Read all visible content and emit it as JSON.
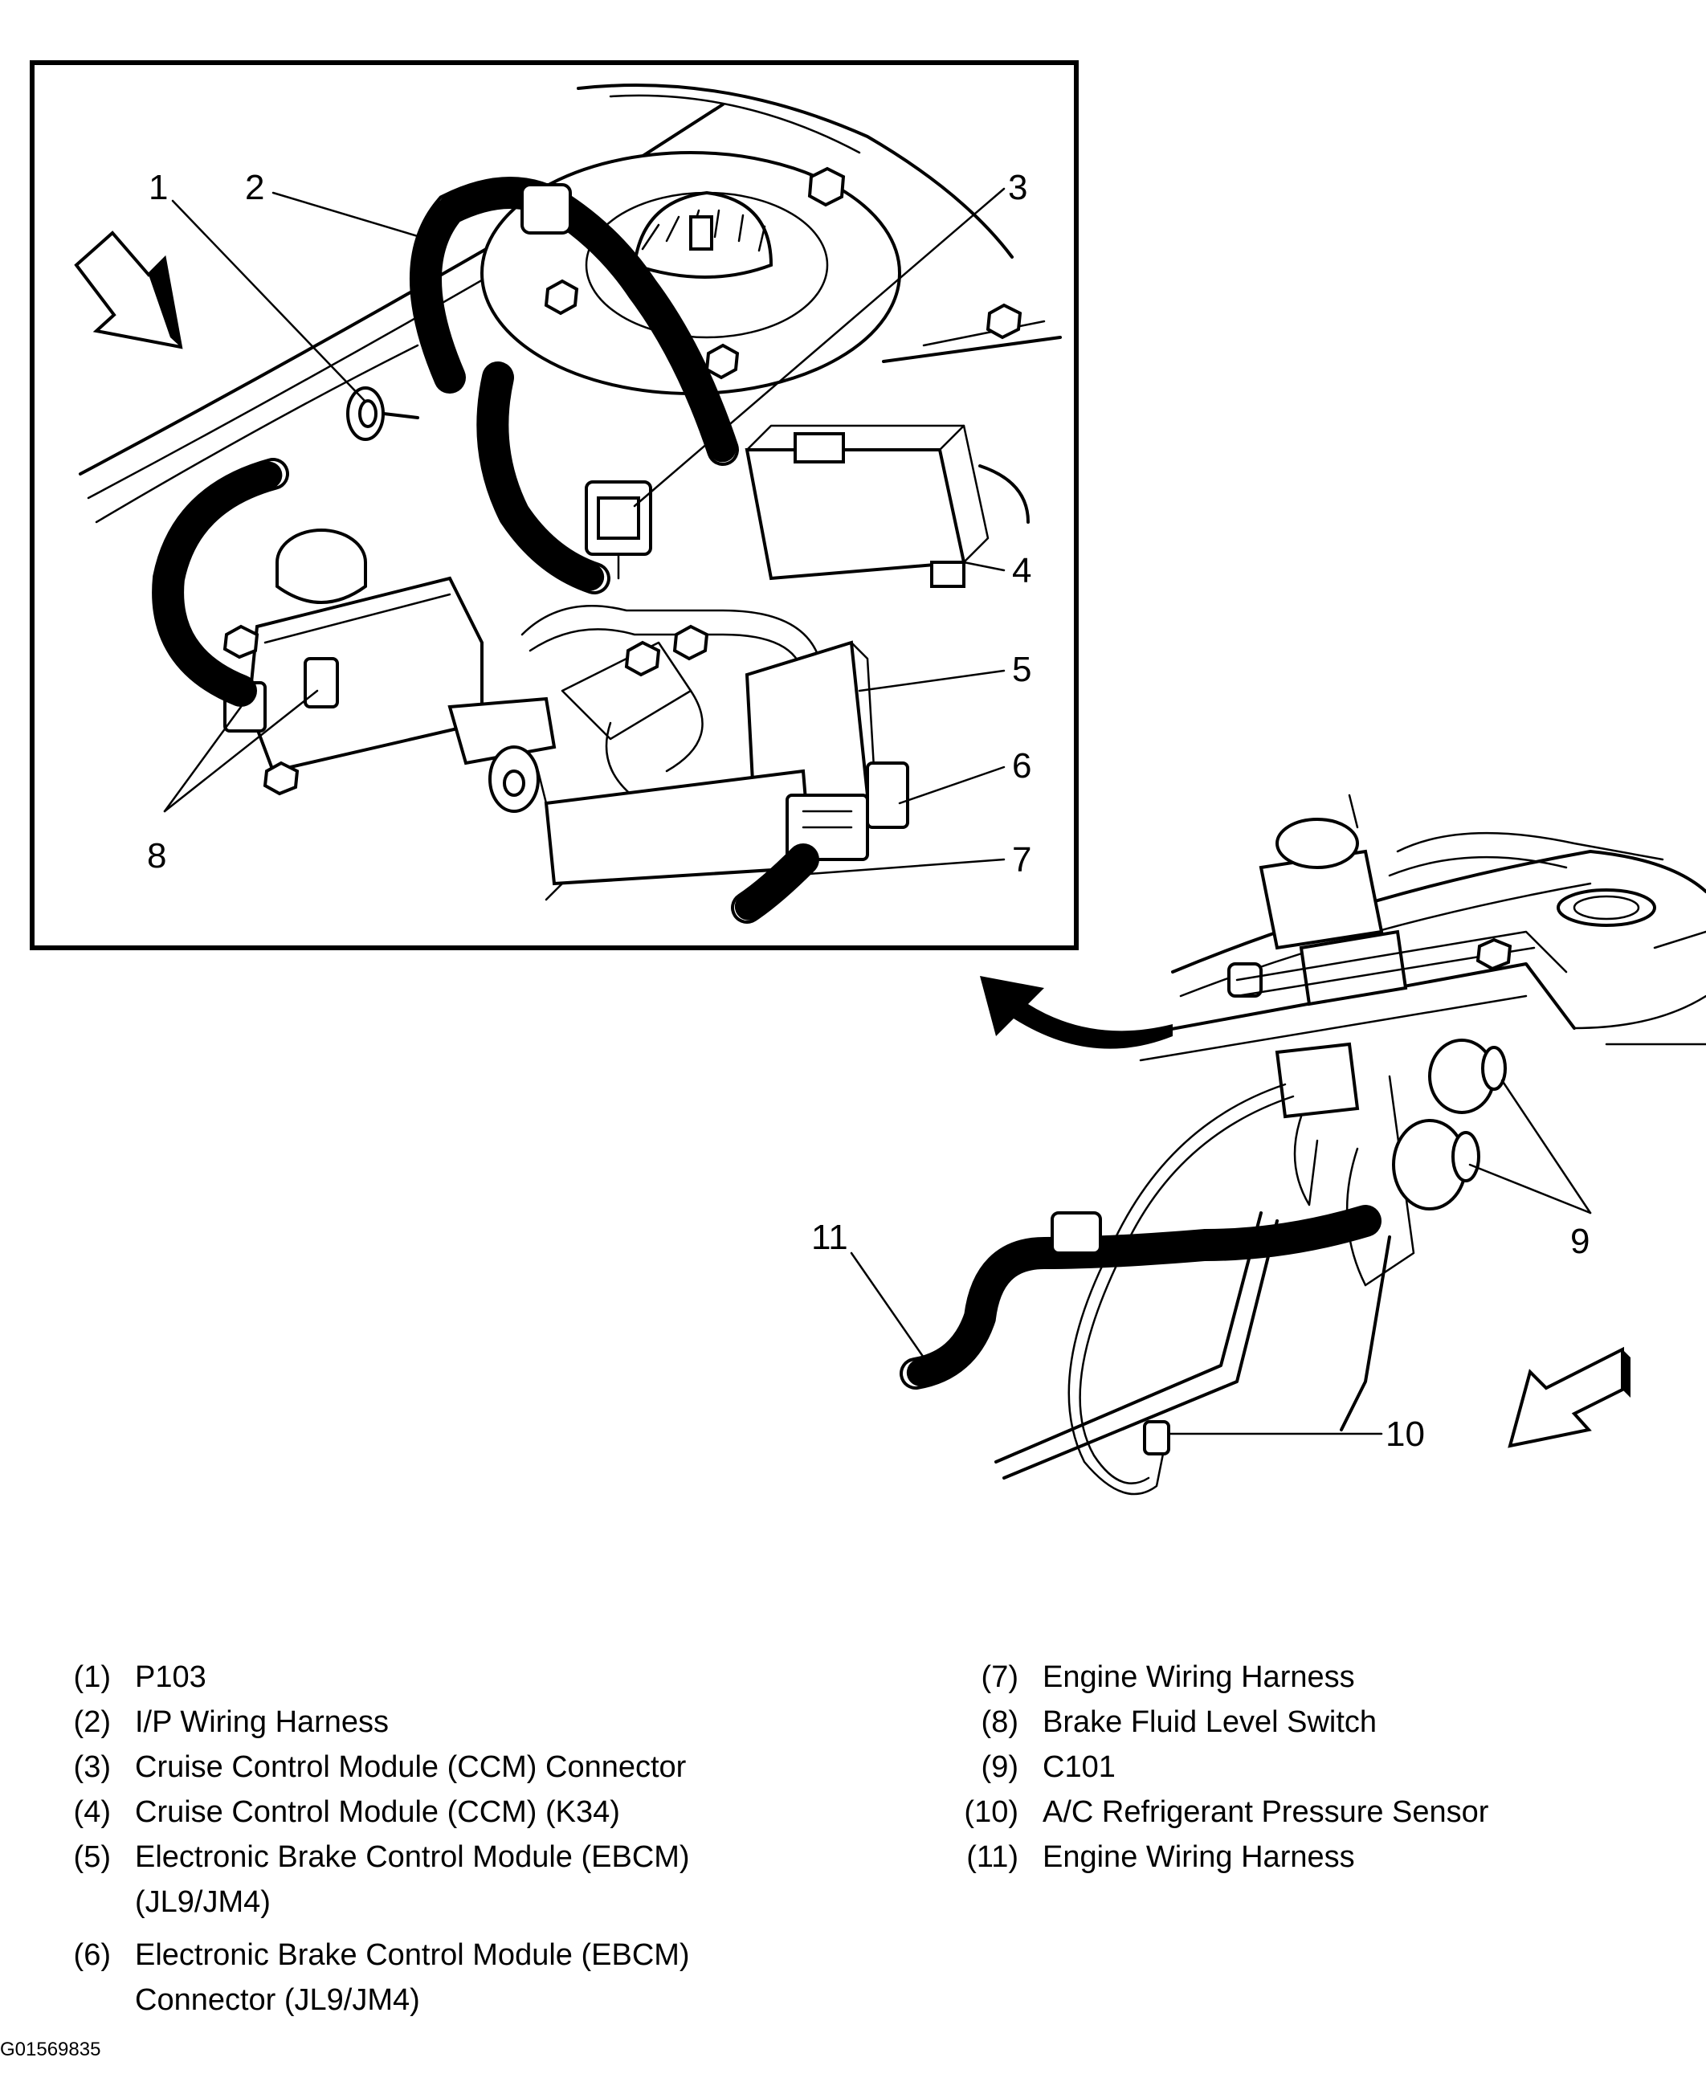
{
  "callouts": {
    "c1": "1",
    "c2": "2",
    "c3": "3",
    "c4": "4",
    "c5": "5",
    "c6": "6",
    "c7": "7",
    "c8": "8",
    "c9": "9",
    "c10": "10",
    "c11": "11"
  },
  "legend": {
    "left": [
      {
        "num": "(1)",
        "text": "P103"
      },
      {
        "num": "(2)",
        "text": "I/P Wiring Harness"
      },
      {
        "num": "(3)",
        "text": "Cruise Control Module (CCM) Connector"
      },
      {
        "num": "(4)",
        "text": "Cruise Control Module (CCM) (K34)"
      },
      {
        "num": "(5)",
        "text": "Electronic Brake Control Module (EBCM)",
        "text2": "(JL9/JM4)"
      },
      {
        "num": "(6)",
        "text": "Electronic Brake Control Module (EBCM)",
        "text2": "Connector (JL9/JM4)"
      }
    ],
    "right": [
      {
        "num": "(7)",
        "text": "Engine Wiring Harness"
      },
      {
        "num": "(8)",
        "text": "Brake Fluid Level Switch"
      },
      {
        "num": "(9)",
        "text": "C101"
      },
      {
        "num": "(10)",
        "text": "A/C Refrigerant Pressure Sensor"
      },
      {
        "num": "(11)",
        "text": "Engine Wiring Harness"
      }
    ]
  },
  "figure_id": "G01569835"
}
